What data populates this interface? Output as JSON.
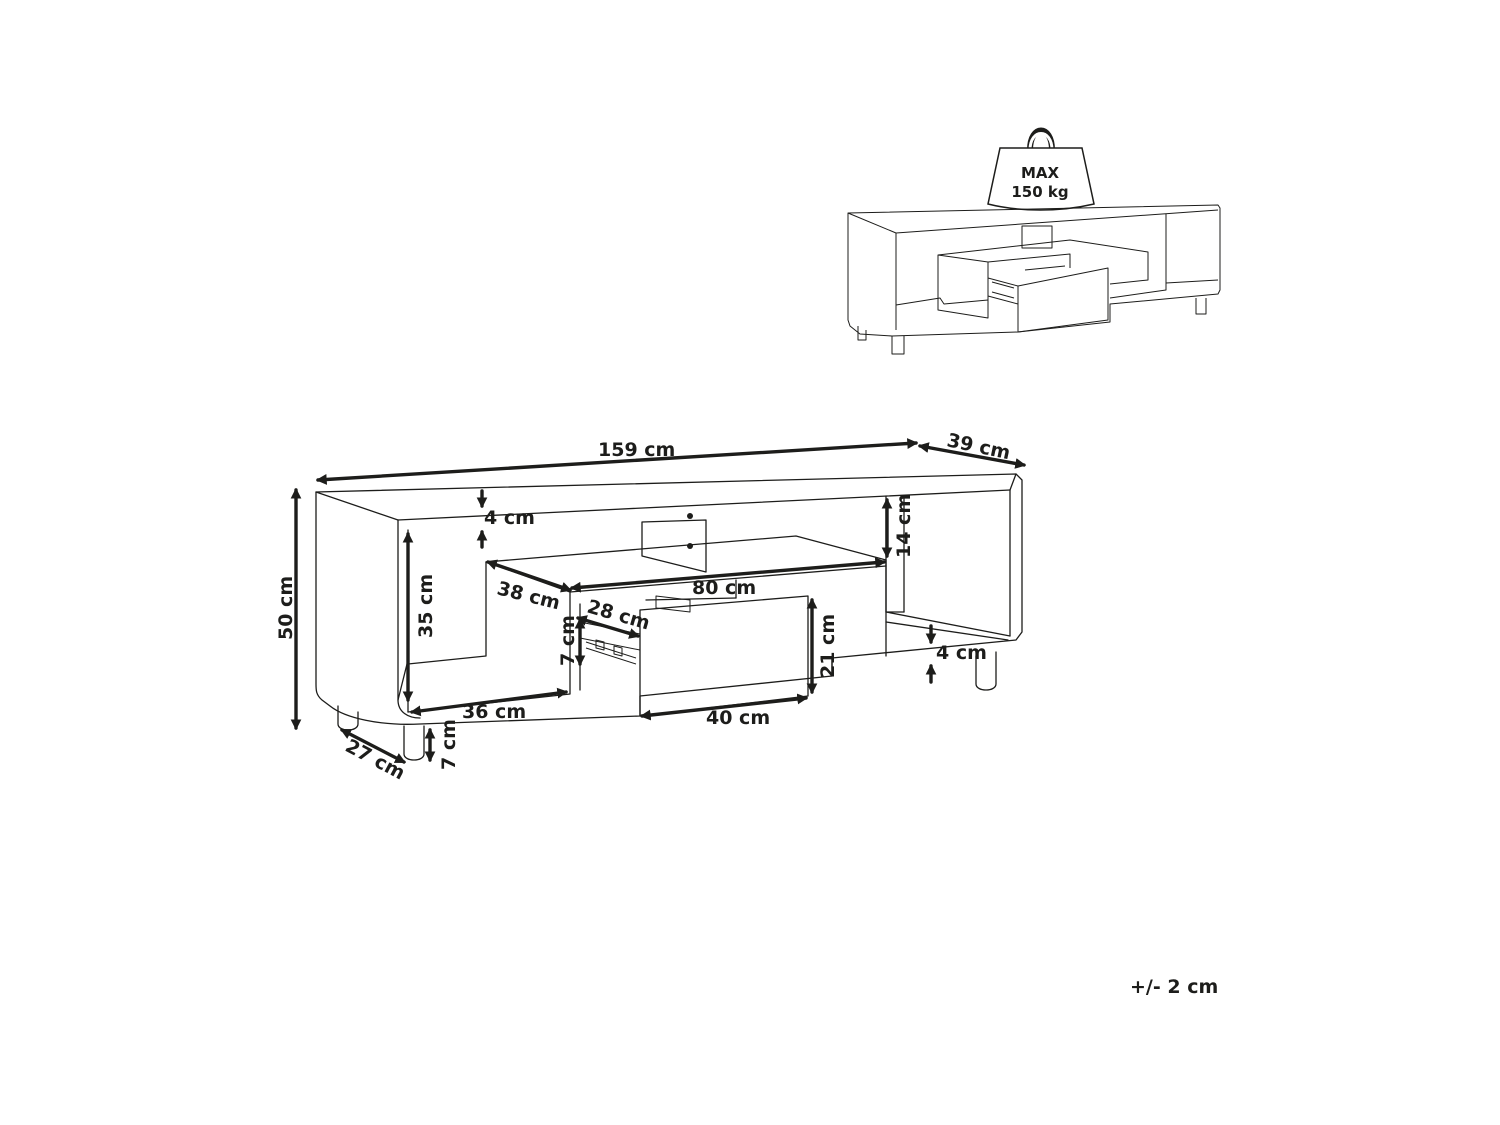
{
  "weight": {
    "line1": "MAX",
    "line2": "150 kg"
  },
  "dimensions": {
    "width": "159 cm",
    "depth": "39 cm",
    "height": "50 cm",
    "top_thickness": "4 cm",
    "upper_gap": "14 cm",
    "side_opening_height": "35 cm",
    "inner_depth": "38 cm",
    "inner_width": "80 cm",
    "drawer_depth": "28 cm",
    "drawer_inner_height": "7 cm",
    "drawer_front_height": "21 cm",
    "bottom_thickness": "4 cm",
    "side_opening_width": "36 cm",
    "drawer_width": "40 cm",
    "leg_spacing": "27 cm",
    "leg_height": "7 cm"
  },
  "tolerance": "+/- 2 cm"
}
